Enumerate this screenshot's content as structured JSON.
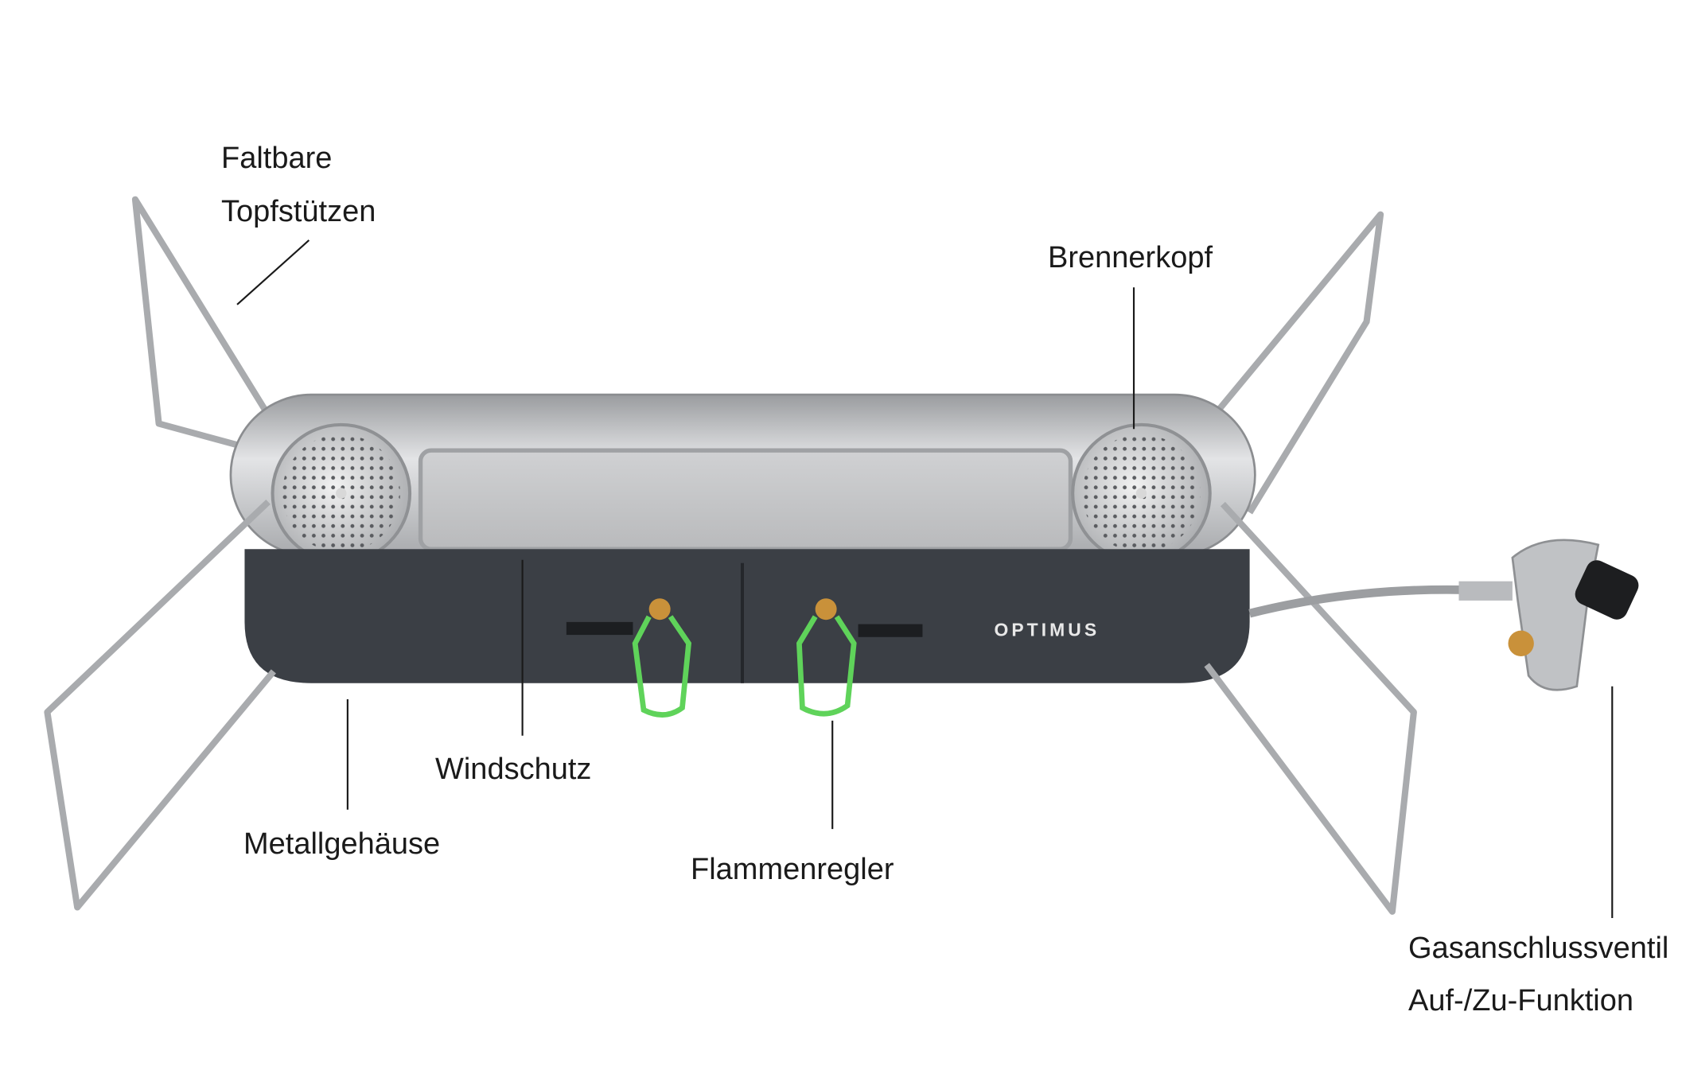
{
  "labels": {
    "pot_supports_line1": "Faltbare",
    "pot_supports_line2": "Topfstützen",
    "burner_head": "Brennerkopf",
    "windscreen": "Windschutz",
    "metal_housing": "Metallgehäuse",
    "flame_regulator": "Flammenregler",
    "gas_valve_line1": "Gasanschlussventil",
    "gas_valve_line2": "Auf-/Zu-Funktion"
  },
  "brand_logo": "OPTIMUS",
  "colors": {
    "housing": "#3b3f45",
    "steel": "#c9cacc",
    "handle": "#5fd35a",
    "brass": "#c9913a"
  }
}
